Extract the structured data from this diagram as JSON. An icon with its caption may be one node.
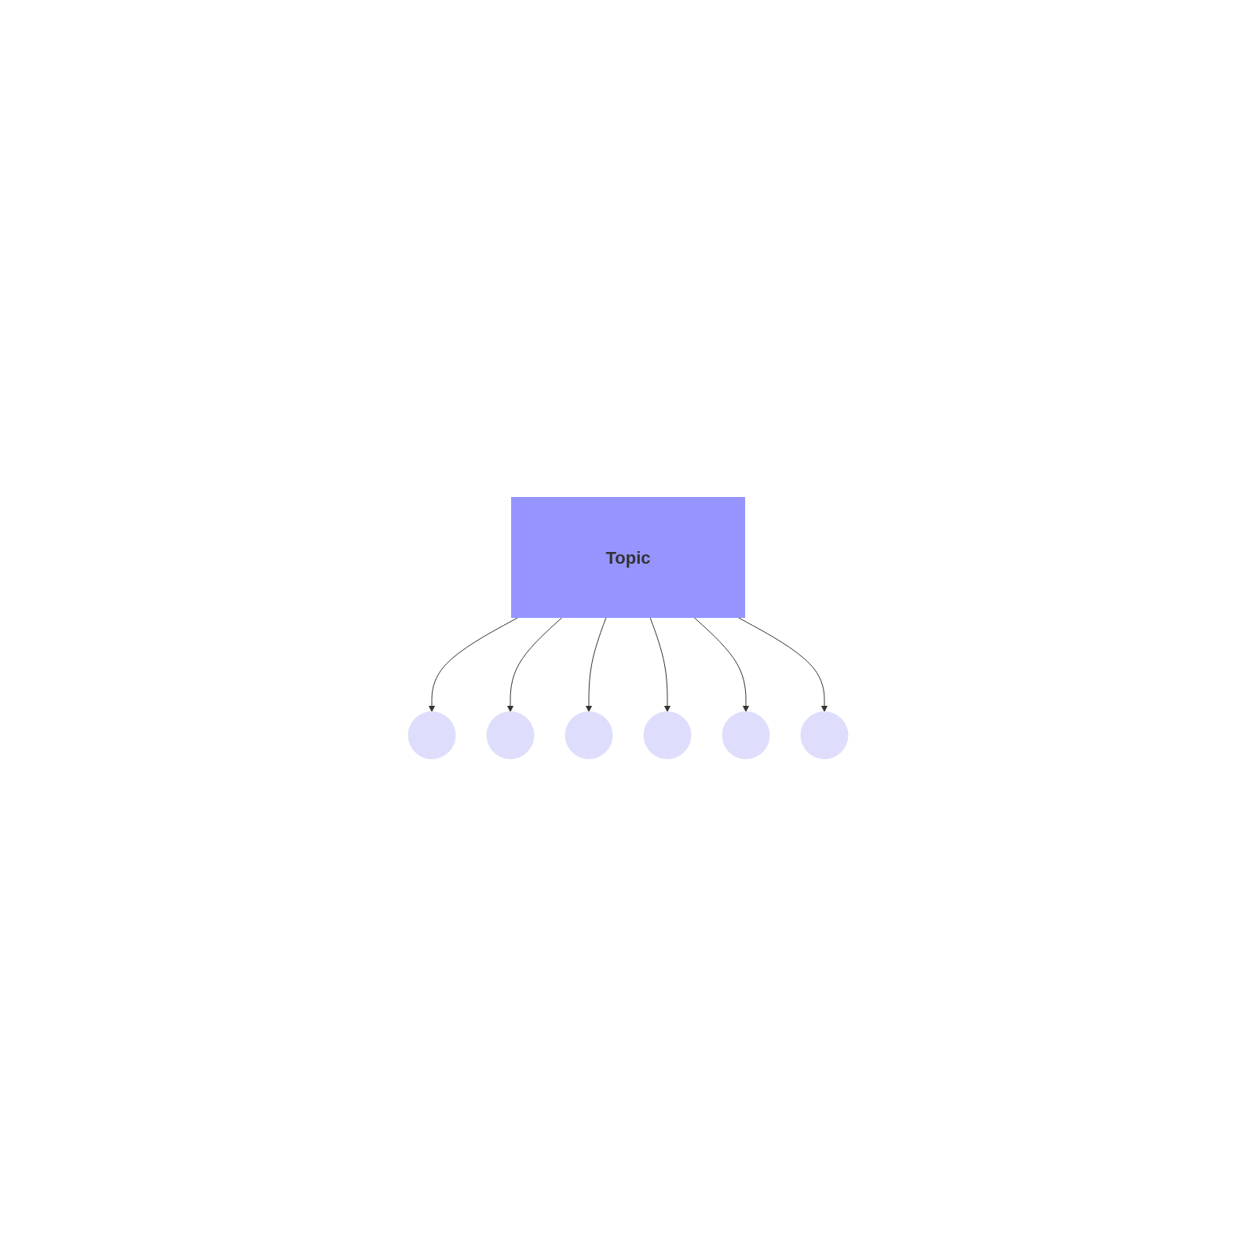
{
  "diagram": {
    "nodes": [
      {
        "text": [],
        "shape": "circle"
      },
      {
        "text": [],
        "shape": "circle"
      },
      {
        "text": [],
        "shape": "circle"
      },
      {
        "text": [
          "Topic"
        ]
      },
      {
        "text": [],
        "shape": "circle"
      },
      {
        "text": [],
        "shape": "circle"
      },
      {
        "text": [],
        "shape": "circle"
      }
    ],
    "edges": [
      {
        "from": 3,
        "to": 0,
        "arrow": "to"
      },
      {
        "from": 3,
        "to": 1,
        "arrow": "to"
      },
      {
        "from": 3,
        "to": 2,
        "arrow": "to"
      },
      {
        "from": 3,
        "to": 4,
        "arrow": "to"
      },
      {
        "from": 3,
        "to": 5,
        "arrow": "to"
      },
      {
        "from": 3,
        "to": 6,
        "arrow": "to"
      }
    ]
  }
}
